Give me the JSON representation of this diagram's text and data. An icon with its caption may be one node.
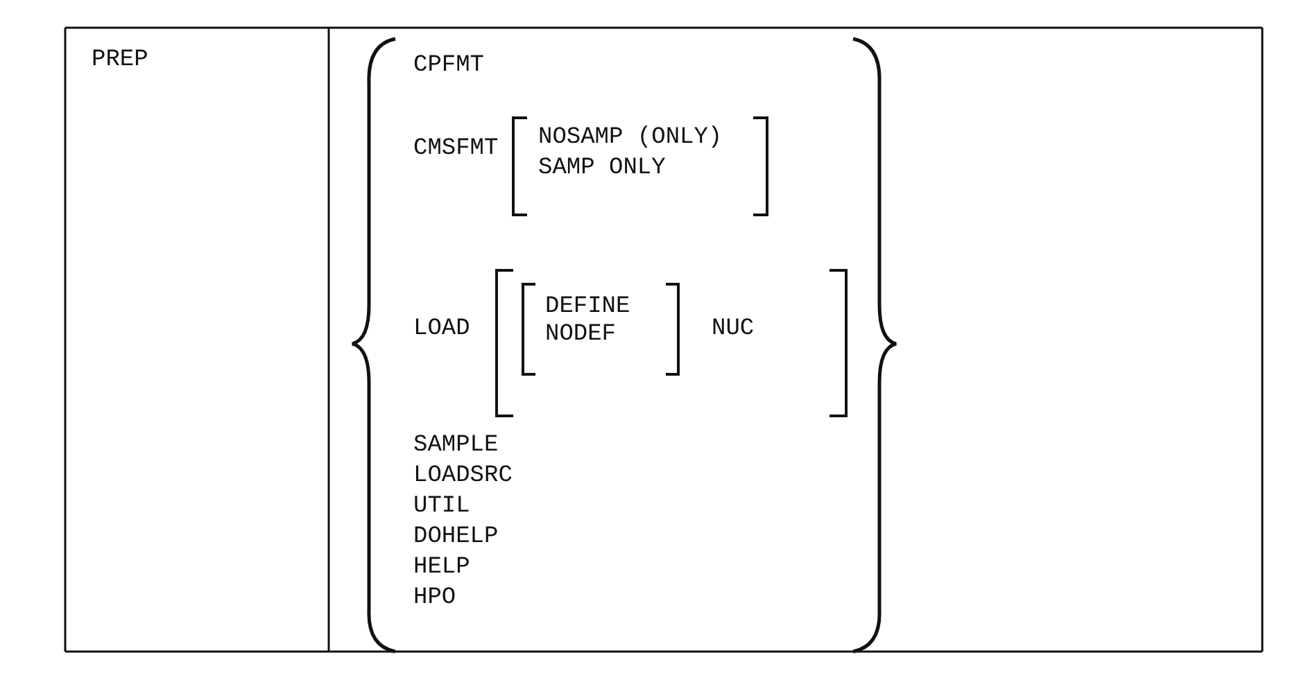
{
  "diagram": {
    "labels": [
      "PREP",
      "CPFMT",
      "CMSFMT",
      "NOSAMP (ONLY)",
      "SAMP ONLY",
      "LOAD",
      "DEFINE",
      "NODEF",
      "NUC",
      "SAMPLE",
      "LOADSRC",
      "UTIL",
      "DOHELP",
      "HELP",
      "HPO"
    ]
  }
}
